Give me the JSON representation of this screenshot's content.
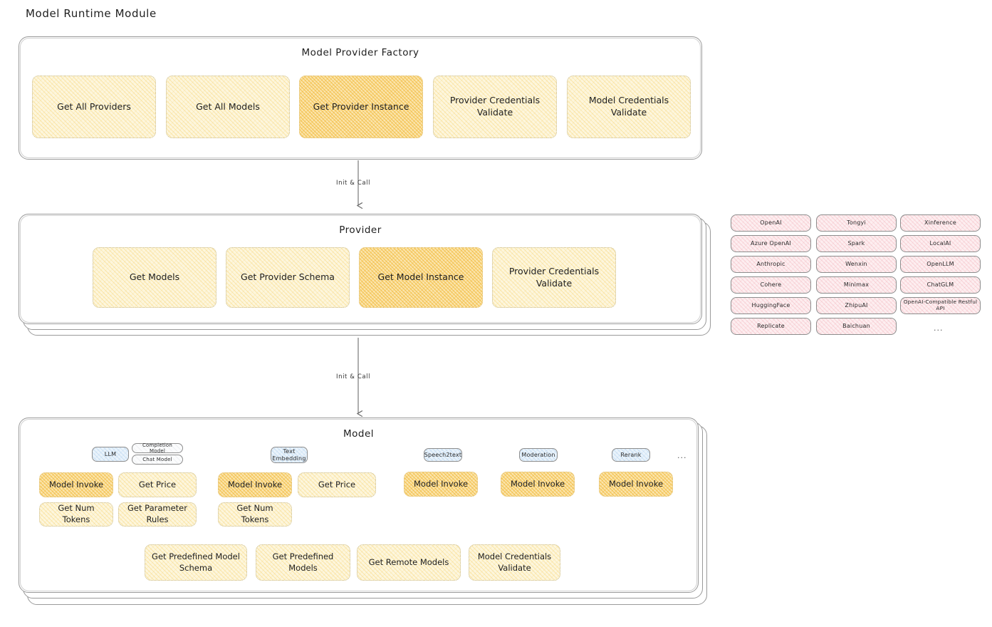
{
  "page": {
    "title": "Model Runtime Module"
  },
  "colors": {
    "node_fill": "#fdf6dd",
    "node_highlight_fill": "#fbe6b0",
    "provider_chip_fill": "#fdeef0",
    "model_badge_fill": "#eaf3fb",
    "container_border": "#9a9a9a",
    "text": "#1e1e1e"
  },
  "factory": {
    "title": "Model Provider Factory",
    "nodes": [
      {
        "label": "Get All Providers",
        "highlight": false
      },
      {
        "label": "Get All Models",
        "highlight": false
      },
      {
        "label": "Get Provider Instance",
        "highlight": true
      },
      {
        "label": "Provider Credentials Validate",
        "highlight": false
      },
      {
        "label": "Model Credentials Validate",
        "highlight": false
      }
    ]
  },
  "arrows": [
    {
      "label": "Init & Call"
    },
    {
      "label": "Init & Call"
    }
  ],
  "provider": {
    "title": "Provider",
    "nodes": [
      {
        "label": "Get Models",
        "highlight": false
      },
      {
        "label": "Get Provider Schema",
        "highlight": false
      },
      {
        "label": "Get Model Instance",
        "highlight": true
      },
      {
        "label": "Provider Credentials Validate",
        "highlight": false
      }
    ]
  },
  "provider_list": {
    "ellipsis": "...",
    "columns": [
      {
        "items": [
          "OpenAI",
          "Azure OpenAI",
          "Anthropic",
          "Cohere",
          "HuggingFace",
          "Replicate"
        ]
      },
      {
        "items": [
          "Tongyi",
          "Spark",
          "Wenxin",
          "Minimax",
          "ZhipuAI",
          "Baichuan"
        ]
      },
      {
        "items": [
          "Xinference",
          "LocalAI",
          "OpenLLM",
          "ChatGLM",
          "OpenAI-Compatible Restful API"
        ]
      }
    ]
  },
  "model": {
    "title": "Model",
    "ellipsis": "...",
    "types": [
      {
        "badge": "LLM",
        "sub_badges": [
          "Completion Model",
          "Chat Model"
        ],
        "nodes": [
          {
            "label": "Model Invoke",
            "highlight": true
          },
          {
            "label": "Get Price",
            "highlight": false
          },
          {
            "label": "Get Num Tokens",
            "highlight": false
          },
          {
            "label": "Get Parameter Rules",
            "highlight": false
          }
        ]
      },
      {
        "badge": "Text Embedding",
        "sub_badges": [],
        "nodes": [
          {
            "label": "Model Invoke",
            "highlight": true
          },
          {
            "label": "Get Price",
            "highlight": false
          },
          {
            "label": "Get Num Tokens",
            "highlight": false
          }
        ]
      },
      {
        "badge": "Speech2text",
        "sub_badges": [],
        "nodes": [
          {
            "label": "Model Invoke",
            "highlight": true
          }
        ]
      },
      {
        "badge": "Moderation",
        "sub_badges": [],
        "nodes": [
          {
            "label": "Model Invoke",
            "highlight": true
          }
        ]
      },
      {
        "badge": "Rerank",
        "sub_badges": [],
        "nodes": [
          {
            "label": "Model Invoke",
            "highlight": true
          }
        ]
      }
    ],
    "common_nodes": [
      {
        "label": "Get Predefined Model Schema"
      },
      {
        "label": "Get Predefined Models"
      },
      {
        "label": "Get Remote Models"
      },
      {
        "label": "Model Credentials Validate"
      }
    ]
  }
}
